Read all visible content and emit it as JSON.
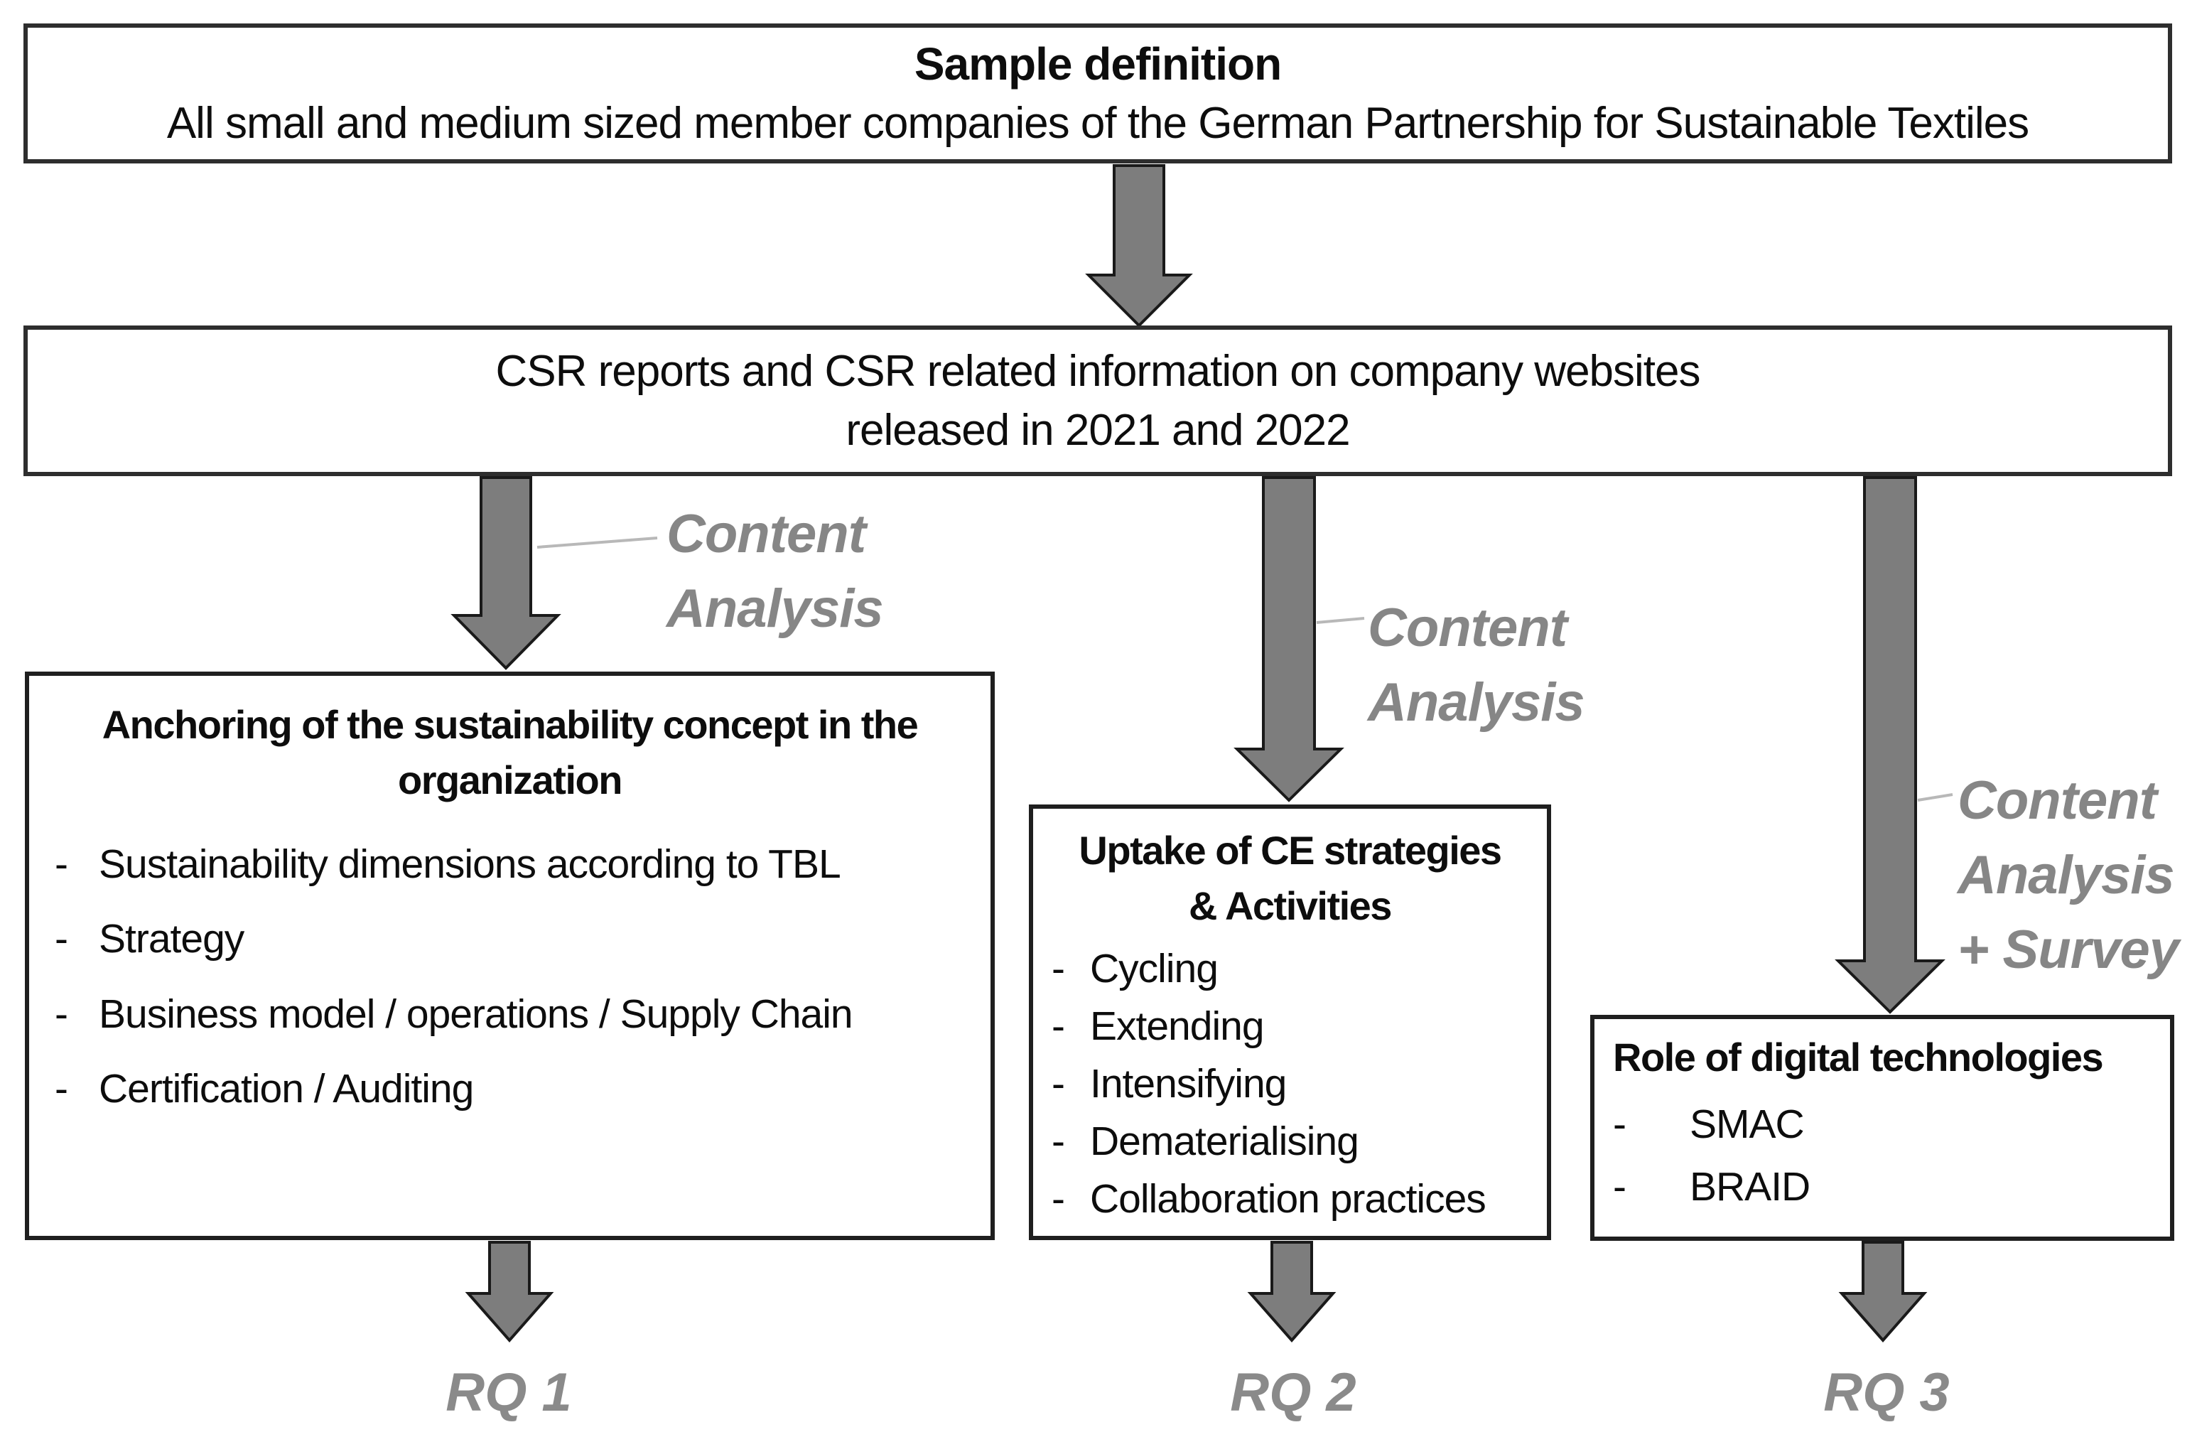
{
  "bullet_marker": "-",
  "colors": {
    "arrow_fill": "#7d7d7d",
    "arrow_outline": "#1a1a1a",
    "method_label": "#868686",
    "rq_label": "#8a8a8a",
    "box_border": "#1f1f1f",
    "wide_box_border": "#2e2e2e",
    "callout_line": "#b8b8b8",
    "text": "#0d0d0d",
    "background": "#ffffff"
  },
  "sample_box": {
    "title": "Sample definition",
    "subtitle": "All small and medium sized member companies of the German Partnership for Sustainable Textiles"
  },
  "source_box": {
    "lines": [
      "CSR reports and CSR related information on company websites",
      "released in 2021 and 2022"
    ]
  },
  "method_labels": [
    {
      "lines": [
        "Content",
        "Analysis"
      ]
    },
    {
      "lines": [
        "Content",
        "Analysis"
      ]
    },
    {
      "lines": [
        "Content",
        "Analysis",
        "+ Survey"
      ]
    }
  ],
  "topic_boxes": [
    {
      "title_lines": [
        "Anchoring of the sustainability concept in the",
        "organization"
      ],
      "items": [
        "Sustainability dimensions according to TBL",
        "Strategy",
        "Business model / operations / Supply Chain",
        "Certification / Auditing"
      ]
    },
    {
      "title_lines": [
        "Uptake of CE strategies",
        "& Activities"
      ],
      "items": [
        "Cycling",
        "Extending",
        "Intensifying",
        "Dematerialising",
        "Collaboration practices"
      ]
    },
    {
      "title_lines": [
        "Role of digital technologies"
      ],
      "items": [
        "SMAC",
        "BRAID"
      ]
    }
  ],
  "research_questions": [
    "RQ 1",
    "RQ 2",
    "RQ 3"
  ]
}
